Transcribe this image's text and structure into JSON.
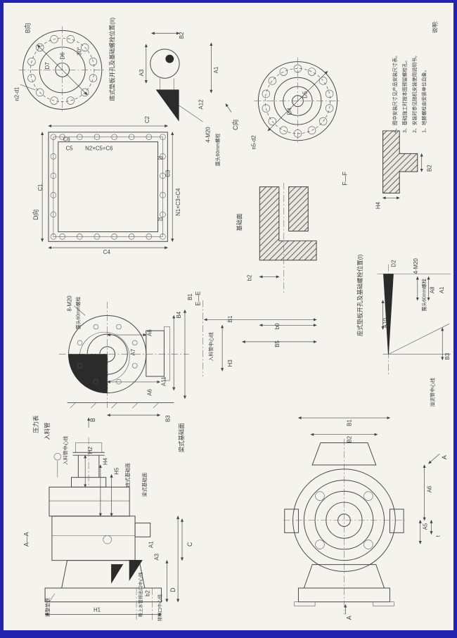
{
  "palette": {
    "frame": "#2323b0",
    "paper": "#f4f3ee",
    "ink": "#3c3c3c"
  },
  "titles": {
    "plate_bottom": "底式垫板开孔及基础螺栓位置(II)",
    "plate_seat": "座式垫板开孔及基础螺栓位置(I)"
  },
  "notes": {
    "title": "说明:",
    "items": [
      "1、地脚螺栓由安装单位自备。",
      "2、安装时参见随机安装使用说明书。",
      "3、基础施工时按本图预留螺栓孔。",
      "4、图中安装尺寸见产品安装尺寸表。"
    ]
  },
  "views": {
    "b": "B向",
    "c": "C向",
    "d": "D向",
    "section_aa": "A—A",
    "section_ee": "E—E",
    "section_ff": "F—F",
    "arrow_a": "A",
    "arrow_b": "B",
    "arrow_c": "C",
    "arrow_d": "D"
  },
  "dims": {
    "n2_d1": "n2-d1",
    "d7": "D7",
    "d6": "D6",
    "ang30": "30°",
    "b2_plate": "B2",
    "a3_plate": "A3",
    "a1_plate": "A1",
    "a12_plate": "A12",
    "m20_4": "4-M20",
    "bolt60": "露头60mm螺栓",
    "n5_d2": "n5-d2",
    "d4": "D4",
    "d5": "D5",
    "b2_section": "B2",
    "h4_section": "H4",
    "c1": "C1",
    "c2": "C2",
    "c3": "C3",
    "c4": "C4",
    "c5": "C5",
    "c6": "C6",
    "n2c5": "N2×C5=C6",
    "n1c3": "N1×C3=C4",
    "twenty": "20",
    "b2_found": "b2",
    "b1_found": "B1",
    "b0": "b0",
    "b5": "B5",
    "h3": "H3",
    "d2": "D2",
    "a8": "A8",
    "a1_detail": "A1",
    "a10": "A10",
    "b3_detail": "B3",
    "m20_8": "8-M20",
    "b1_volute": "B1",
    "b4": "B4",
    "a6": "A6",
    "a7": "A7",
    "a11": "A11",
    "b3_volute": "B3",
    "h1": "H1",
    "h2": "H2",
    "h4": "H4",
    "h5": "H5",
    "a1_side": "A1",
    "a3_side": "A3",
    "b2_side": "b2",
    "b1_front": "B1",
    "b2_front": "B2",
    "a6_front": "A6",
    "a5": "A5",
    "t": "t"
  },
  "callouts": {
    "foundation_face": "基础面",
    "beam_foundation": "梁式基础面",
    "bottom_foundation": "底式基础面",
    "inlet_centerline": "入料管中心线",
    "overflow_centerline": "溢流管中心线",
    "discharge_centerline": "排料口中心线",
    "suction_centerline": "吸上水管排出口中心线",
    "pressure_gauge": "压力表",
    "inlet_pipe": "入料管",
    "shim": "调整垫铁"
  }
}
